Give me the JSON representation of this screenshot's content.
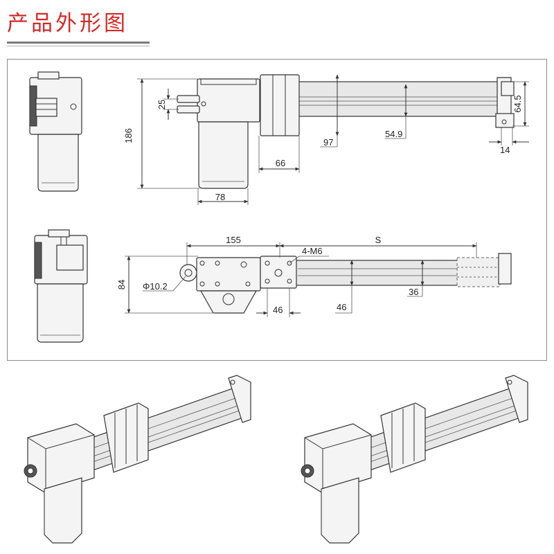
{
  "title": "产品外形图",
  "dimensions": {
    "d25": "25",
    "d186": "186",
    "d66": "66",
    "d78": "78",
    "d97": "97",
    "d54_9": "54.9",
    "d64_5": "64.5",
    "d14": "14",
    "d155": "155",
    "dS": "S",
    "d4M6": "4-M6",
    "d84": "84",
    "dPhi": "Φ10.2",
    "d46a": "46",
    "d46b": "46",
    "d36": "36"
  }
}
